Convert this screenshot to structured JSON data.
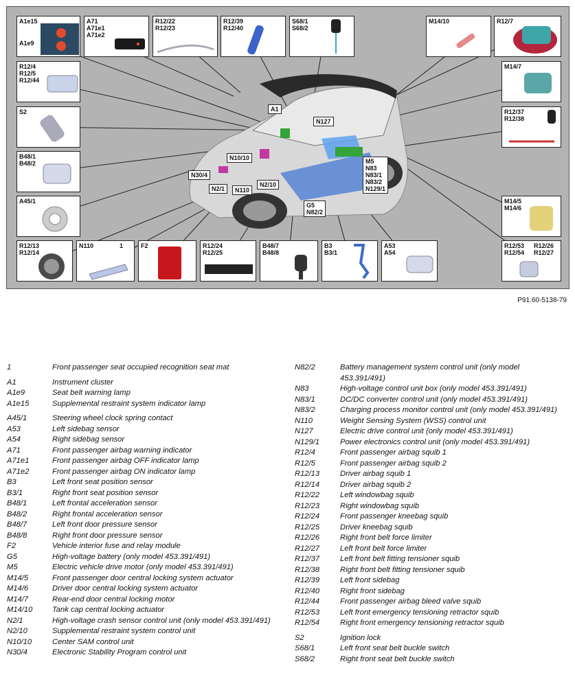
{
  "figure_id": "P91.60-5138-79",
  "callouts": [
    {
      "id": "a1e15",
      "label_lines": [
        "A1e15"
      ],
      "extra_label": "A1e9"
    },
    {
      "id": "a71",
      "label_lines": [
        "A71",
        "A71e1",
        "A71e2"
      ]
    },
    {
      "id": "r1222",
      "label_lines": [
        "R12/22",
        "R12/23"
      ]
    },
    {
      "id": "r1239",
      "label_lines": [
        "R12/39",
        "R12/40"
      ]
    },
    {
      "id": "s681",
      "label_lines": [
        "S68/1",
        "S68/2"
      ]
    },
    {
      "id": "m1410",
      "label_lines": [
        "M14/10"
      ]
    },
    {
      "id": "r127",
      "label_lines": [
        "R12/7"
      ]
    },
    {
      "id": "r124",
      "label_lines": [
        "R12/4",
        "R12/5",
        "R12/44"
      ]
    },
    {
      "id": "m147",
      "label_lines": [
        "M14/7"
      ]
    },
    {
      "id": "s2",
      "label_lines": [
        "S2"
      ]
    },
    {
      "id": "r1237",
      "label_lines": [
        "R12/37",
        "R12/38"
      ]
    },
    {
      "id": "b481",
      "label_lines": [
        "B48/1",
        "B48/2"
      ]
    },
    {
      "id": "a451",
      "label_lines": [
        "A45/1"
      ]
    },
    {
      "id": "m145",
      "label_lines": [
        "M14/5",
        "M14/6"
      ]
    },
    {
      "id": "r1213",
      "label_lines": [
        "R12/13",
        "R12/14"
      ]
    },
    {
      "id": "n110",
      "label_lines": [
        "N110"
      ],
      "extra_label": "1"
    },
    {
      "id": "f2",
      "label_lines": [
        "F2"
      ]
    },
    {
      "id": "r1224",
      "label_lines": [
        "R12/24",
        "R12/25"
      ]
    },
    {
      "id": "b487",
      "label_lines": [
        "B48/7",
        "B48/8"
      ]
    },
    {
      "id": "b3",
      "label_lines": [
        "B3",
        "B3/1"
      ]
    },
    {
      "id": "a53",
      "label_lines": [
        "A53",
        "A54"
      ]
    },
    {
      "id": "r1253",
      "label_lines": [
        "R12/53",
        "R12/54"
      ],
      "extra_label": "R12/26\nR12/27"
    }
  ],
  "car_labels": {
    "a1": "A1",
    "n127": "N127",
    "n1010": "N10/10",
    "n304": "N30/4",
    "n21": "N2/1",
    "n110": "N110",
    "n210": "N2/10",
    "m5": "M5\nN83\nN83/1\nN83/2\nN129/1",
    "g5": "G5\nN82/2"
  },
  "legend_left": [
    {
      "code": "1",
      "desc": "Front passenger seat occupied recognition seat mat"
    },
    {
      "gap": true
    },
    {
      "code": "A1",
      "desc": "Instrument cluster"
    },
    {
      "code": "A1e9",
      "desc": "Seat belt warning lamp"
    },
    {
      "code": "A1e15",
      "desc": "Supplemental restraint system indicator lamp"
    },
    {
      "gap": true
    },
    {
      "code": "A45/1",
      "desc": "Steering wheel clock spring contact"
    },
    {
      "code": "A53",
      "desc": "Left sidebag sensor"
    },
    {
      "code": "A54",
      "desc": "Right sidebag sensor"
    },
    {
      "code": "A71",
      "desc": "Front passenger airbag warning indicator"
    },
    {
      "code": "A71e1",
      "desc": "Front passenger airbag OFF indicator lamp"
    },
    {
      "code": "A71e2",
      "desc": "Front passenger airbag ON indicator lamp"
    },
    {
      "code": "B3",
      "desc": "Left front seat position sensor"
    },
    {
      "code": "B3/1",
      "desc": "Right front seat position sensor"
    },
    {
      "code": "B48/1",
      "desc": "Left frontal acceleration sensor"
    },
    {
      "code": "B48/2",
      "desc": "Right frontal acceleration sensor"
    },
    {
      "code": "B48/7",
      "desc": "Left front door pressure sensor"
    },
    {
      "code": "B48/8",
      "desc": "Right front door pressure sensor"
    },
    {
      "code": "F2",
      "desc": "Vehicle interior fuse and relay module"
    },
    {
      "code": "G5",
      "desc": "High-voltage battery (only model 453.391/491)"
    },
    {
      "code": "M5",
      "desc": "Electric vehicle drive motor (only model 453.391/491)"
    },
    {
      "code": "M14/5",
      "desc": "Front passenger door central locking system actuator"
    },
    {
      "code": "M14/6",
      "desc": "Driver door central locking system actuator"
    },
    {
      "code": "M14/7",
      "desc": "Rear-end door central locking motor"
    },
    {
      "code": "M14/10",
      "desc": "Tank cap central locking actuator"
    },
    {
      "code": "N2/1",
      "desc": "High-voltage crash sensor control unit (only model 453.391/491)"
    },
    {
      "code": "N2/10",
      "desc": "Supplemental restraint system control unit"
    },
    {
      "code": "N10/10",
      "desc": "Center SAM control unit"
    },
    {
      "code": "N30/4",
      "desc": "Electronic Stability Program control unit"
    }
  ],
  "legend_right": [
    {
      "code": "N82/2",
      "desc": "Battery management system control unit (only model 453.391/491)"
    },
    {
      "code": "N83",
      "desc": "High-voltage control unit box (only model 453.391/491)"
    },
    {
      "code": "N83/1",
      "desc": "DC/DC converter control unit (only model 453.391/491)"
    },
    {
      "code": "N83/2",
      "desc": "Charging process monitor control unit (only model 453.391/491)"
    },
    {
      "code": "N110",
      "desc": "Weight Sensing System (WSS) control unit"
    },
    {
      "code": "N127",
      "desc": "Electric drive control unit (only model 453.391/491)"
    },
    {
      "code": "N129/1",
      "desc": "Power electronics control unit (only model 453.391/491)"
    },
    {
      "code": "R12/4",
      "desc": "Front passenger airbag squib 1"
    },
    {
      "code": "R12/5",
      "desc": "Front passenger airbag squib 2"
    },
    {
      "code": "R12/13",
      "desc": "Driver airbag squib 1"
    },
    {
      "code": "R12/14",
      "desc": "Driver airbag squib 2"
    },
    {
      "code": "R12/22",
      "desc": "Left windowbag squib"
    },
    {
      "code": "R12/23",
      "desc": "Right windowbag squib"
    },
    {
      "code": "R12/24",
      "desc": "Front passenger kneebag squib"
    },
    {
      "code": "R12/25",
      "desc": "Driver kneebag squib"
    },
    {
      "code": "R12/26",
      "desc": "Right front belt force limiter"
    },
    {
      "code": "R12/27",
      "desc": "Left front belt force limiter"
    },
    {
      "code": "R12/37",
      "desc": "Left front belt fitting tensioner squib"
    },
    {
      "code": "R12/38",
      "desc": "Right front belt fitting tensioner squib"
    },
    {
      "code": "R12/39",
      "desc": "Left front sidebag"
    },
    {
      "code": "R12/40",
      "desc": "Right front sidebag"
    },
    {
      "code": "R12/44",
      "desc": "Front passenger airbag bleed valve squib"
    },
    {
      "code": "R12/53",
      "desc": "Left front emergency tensioning retractor squib"
    },
    {
      "code": "R12/54",
      "desc": "Right front emergency tensioning retractor squib"
    },
    {
      "gap": true
    },
    {
      "code": "S2",
      "desc": "Ignition lock"
    },
    {
      "code": "S68/1",
      "desc": "Left front seat belt buckle switch"
    },
    {
      "code": "S68/2",
      "desc": "Right front seat belt buckle switch"
    }
  ]
}
